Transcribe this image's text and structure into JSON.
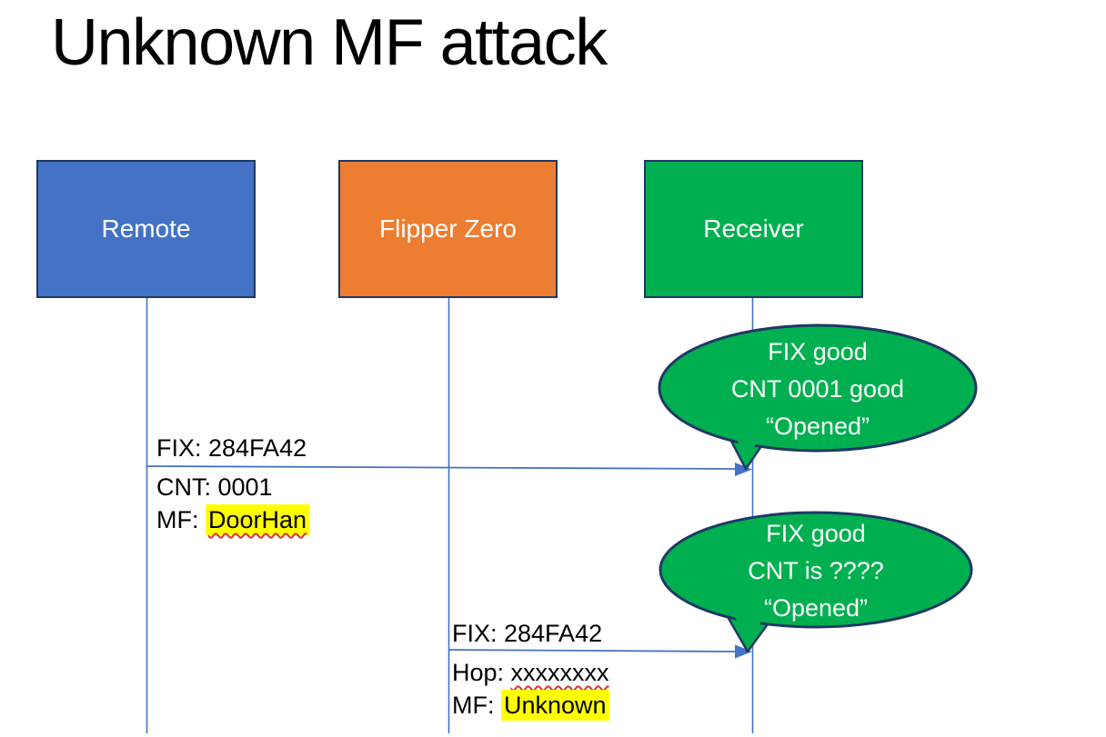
{
  "title": "Unknown MF attack",
  "actors": [
    {
      "label": "Remote",
      "color": "#4472C4"
    },
    {
      "label": "Flipper Zero",
      "color": "#ED7D31"
    },
    {
      "label": "Receiver",
      "color": "#00B050"
    }
  ],
  "messages": [
    {
      "from": "Remote",
      "to": "Receiver",
      "fix": "FIX: 284FA42",
      "cnt": "CNT: 0001",
      "mf_prefix": "MF: ",
      "mf_value": "DoorHan"
    },
    {
      "from": "Flipper Zero",
      "to": "Receiver",
      "fix": "FIX: 284FA42",
      "hop_prefix": "Hop: ",
      "hop_value": "xxxxxxxx",
      "mf_prefix": "MF: ",
      "mf_value": "Unknown"
    }
  ],
  "bubbles": [
    {
      "line1": "FIX good",
      "line2": "CNT 0001 good",
      "line3": "“Opened”"
    },
    {
      "line1": "FIX good",
      "line2": "CNT is ????",
      "line3": "“Opened”"
    }
  ],
  "colors": {
    "actor_border": "#1F3864",
    "connector": "#4472C4",
    "bubble_fill": "#00B050",
    "bubble_border": "#1F3864",
    "highlight": "#FFFF00",
    "spellcheck_underline": "#E03131",
    "title_text": "#000000",
    "actor_text": "#FFFFFF",
    "bubble_text": "#FFFFFF",
    "label_text": "#000000"
  }
}
